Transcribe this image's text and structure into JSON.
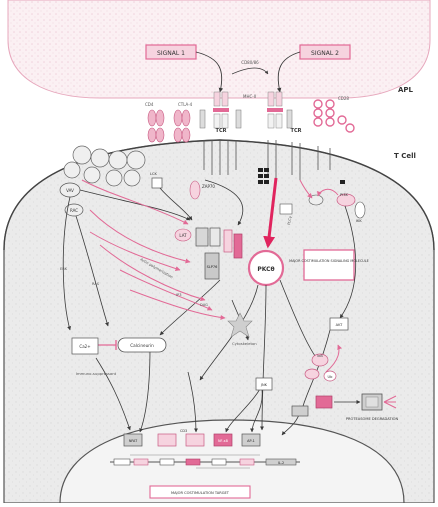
{
  "labels": {
    "signal1": "SIGNAL 1",
    "signal2": "SIGNAL 2",
    "apl": "APL",
    "tcell": "T Cell",
    "pkcq": "PKCθ",
    "costim_box": "MAJOR COSTIMULATION SIGNALING MOLECULE",
    "proteasome": "PROTEASOME DEGRADATION",
    "nucleus_box": "MAJOR COSTIMULATION TARGET",
    "calcineurin": "Calcineurin",
    "cytoskeleton": "Cytoskeleton",
    "mhc": "MHC-II",
    "tcr": "TCR",
    "cd28": "CD28",
    "ctla4": "CTLA-4",
    "cd4": "CD4",
    "cd3": "CD3",
    "lck": "LCK",
    "zap70": "ZAP70",
    "lat": "LAT",
    "slp76": "SLP76",
    "vav": "VAV",
    "rac": "RAC",
    "plcg": "PLCγ",
    "ip3": "IP3",
    "dag": "DAG",
    "pi3k": "PI3K",
    "akt": "AKT",
    "ikk": "IKK",
    "ikb": "IκB",
    "nfkb": "NF-κB",
    "nfat": "NFAT",
    "ap1": "AP-1",
    "jnk": "JNK",
    "erk": "ERK",
    "ras": "RAS",
    "il2": "IL-2",
    "cd80": "CD80/86",
    "ca": "Ca2+",
    "immuno": "Immuno-suppressant",
    "actin": "Actin polymerization",
    "ub": "Ub"
  },
  "colors": {
    "pink": "#e26a96",
    "pink_light": "#f6d3df",
    "apl_fill": "#fbf0f3",
    "tcell_fill": "#ececec",
    "nucleus_fill": "#f2f2f2",
    "line": "#3a3a3a"
  }
}
